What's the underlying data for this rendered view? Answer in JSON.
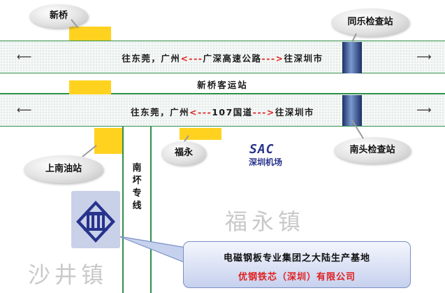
{
  "places": {
    "xinqiao": "新桥",
    "tongle_checkpoint": "同乐检查站",
    "xinqiao_station": "新桥客运站",
    "nantou_checkpoint": "南头检查站",
    "fuyong": "福永",
    "shangnan_station": "上南油站",
    "nanhuan_line": "南\n坏\n专\n线",
    "shenzhen_airport": "深圳机场",
    "fuyong_town": "福永镇",
    "shajing_town": "沙井镇"
  },
  "roads": {
    "expressway": {
      "left": "往东莞，广州",
      "dash1": "<---",
      "name": "广深高速公路",
      "dash2": "--->",
      "right": "往深圳市"
    },
    "national_road": {
      "left": "往东莞，广州",
      "dash1": "<---",
      "name": "107国道",
      "dash2": "--->",
      "right": "往深圳市"
    }
  },
  "airport_logo_text": "SAC",
  "company": {
    "line1": "电磁钢板专业集团之大陆生产基地",
    "line2": "优钢铁芯（深圳）有限公司"
  },
  "colors": {
    "road_border": "#2f8f4a",
    "dash_red": "#e02020",
    "highlight_yellow": "#ffd21f",
    "checkpoint_blue": "#1c2f66",
    "logo_blue": "#27338c",
    "company_red": "#e02020"
  }
}
